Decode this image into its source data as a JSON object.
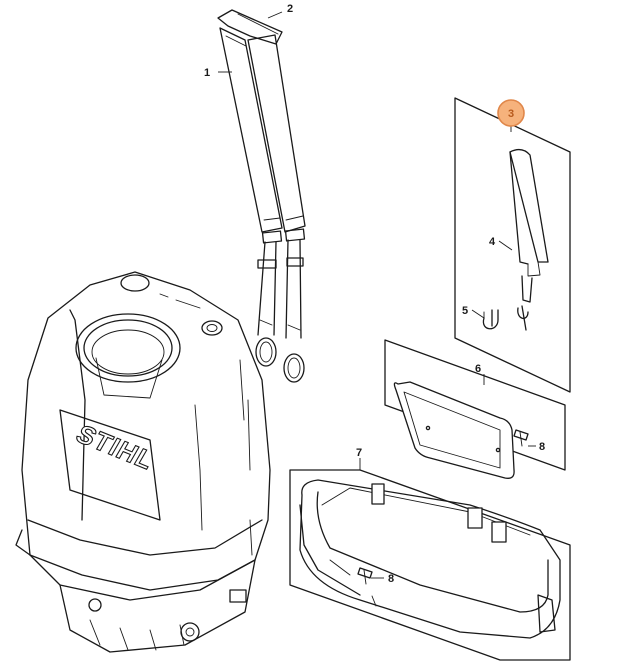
{
  "brand": "STIHL",
  "highlight_color": "#f6b27c",
  "callouts": [
    {
      "id": "c1",
      "label": "1"
    },
    {
      "id": "c2",
      "label": "2"
    },
    {
      "id": "c3",
      "label": "3"
    },
    {
      "id": "c4",
      "label": "4"
    },
    {
      "id": "c5",
      "label": "5"
    },
    {
      "id": "c6",
      "label": "6"
    },
    {
      "id": "c7",
      "label": "7"
    },
    {
      "id": "c8a",
      "label": "8"
    },
    {
      "id": "c8b",
      "label": "8"
    }
  ]
}
